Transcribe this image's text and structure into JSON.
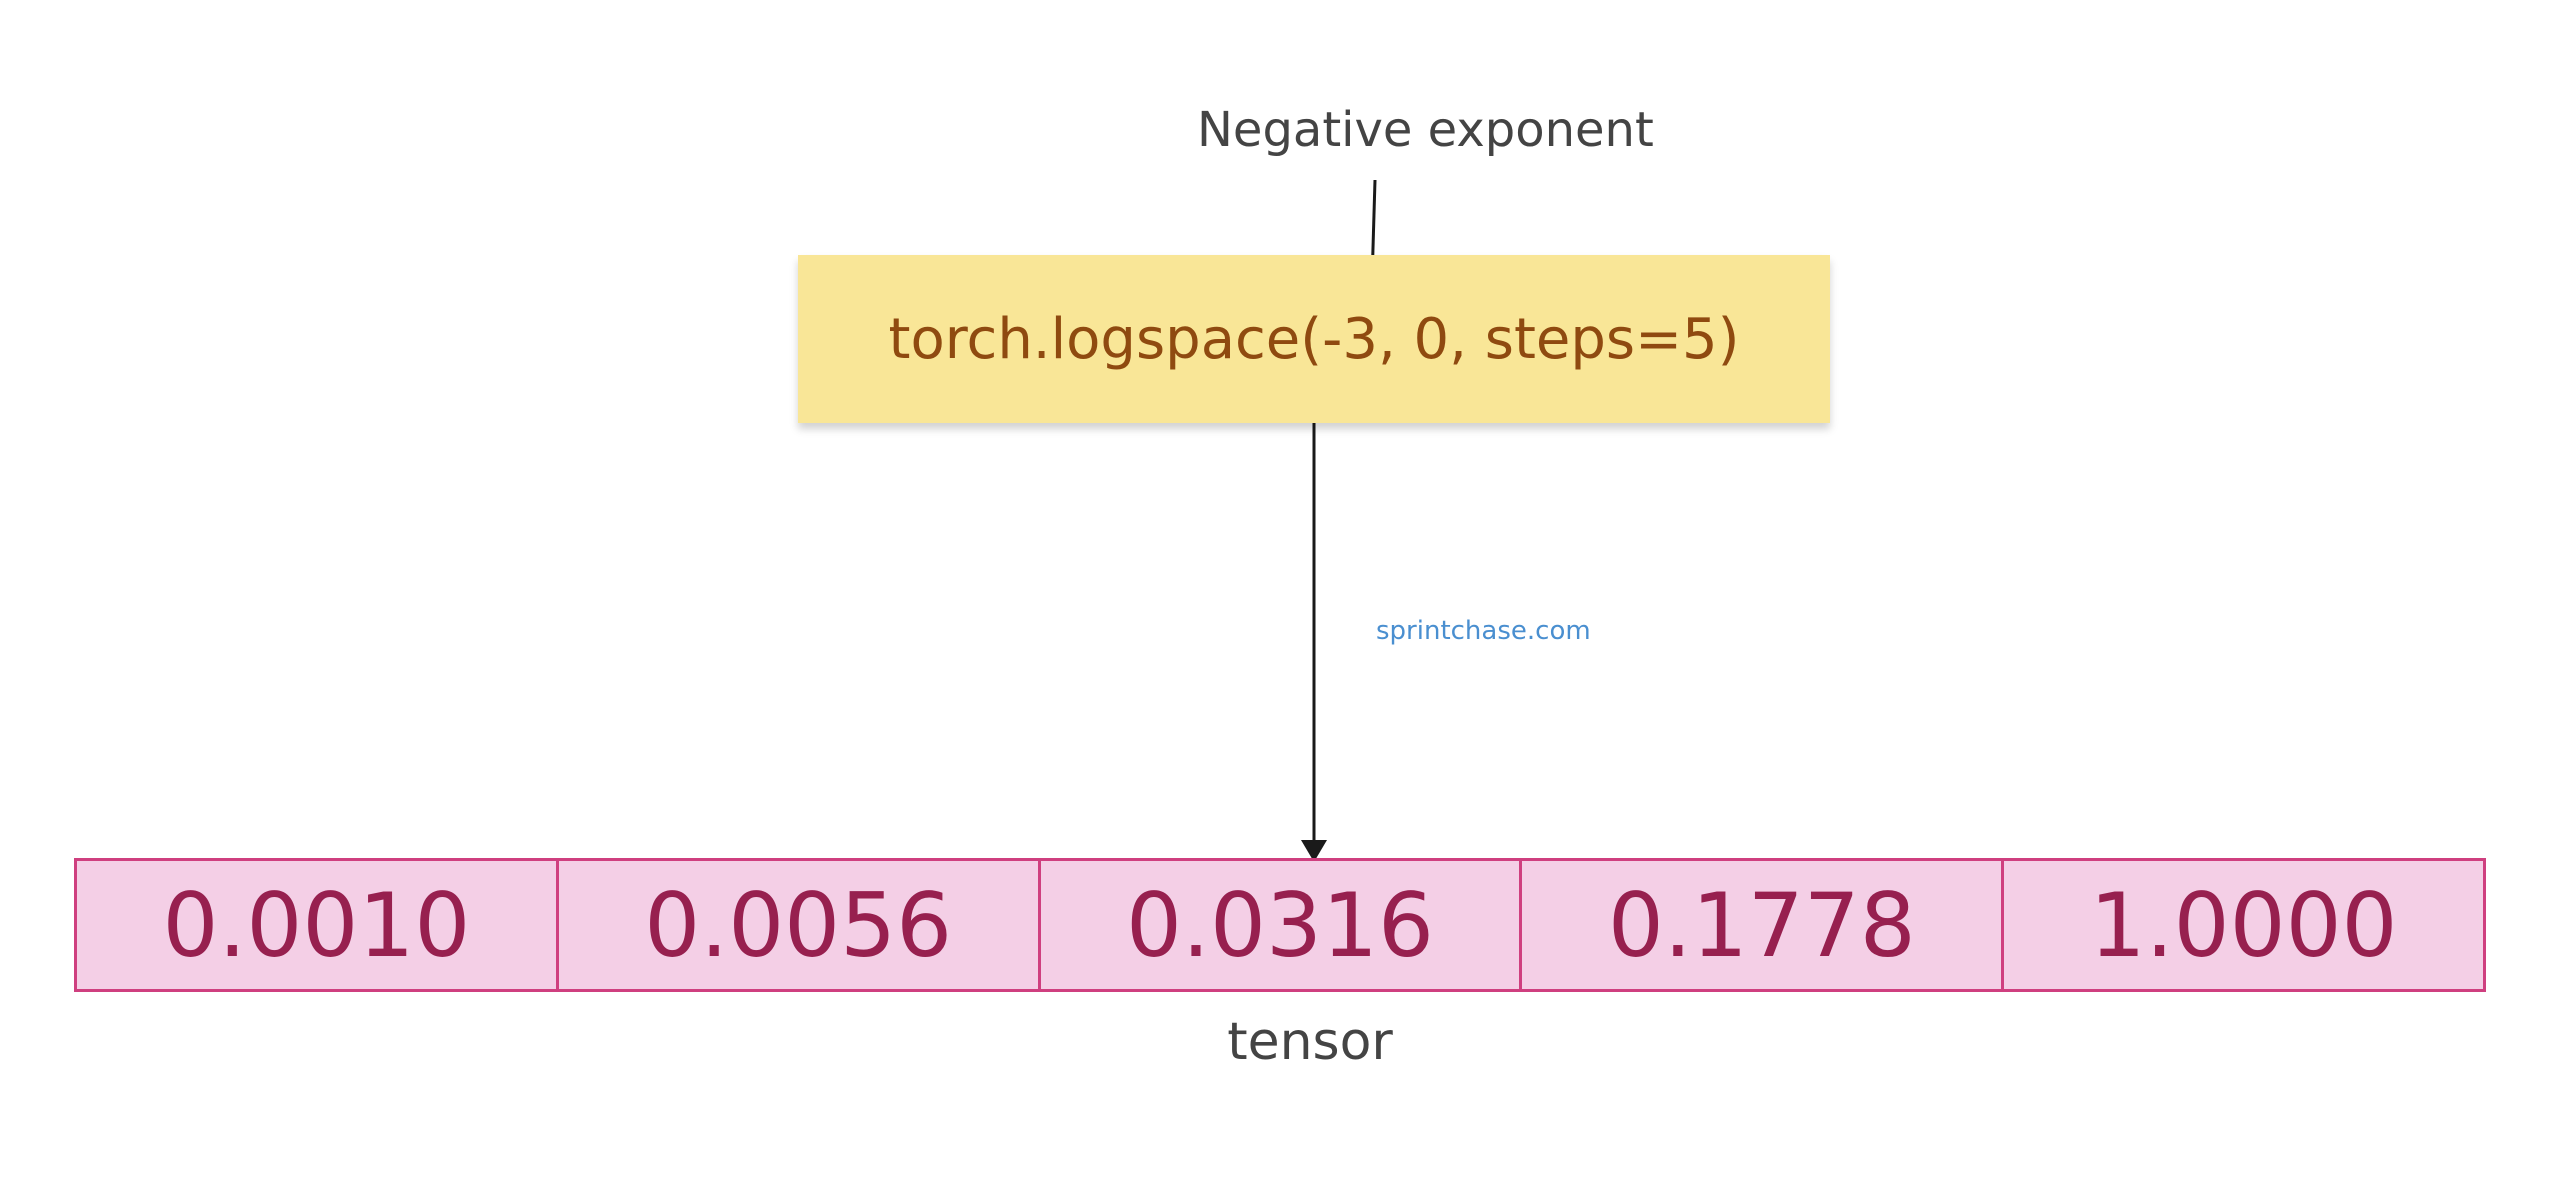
{
  "annotation": "Negative exponent",
  "code": "torch.logspace(-3, 0, steps=5)",
  "watermark": "sprintchase.com",
  "tensor": {
    "values": [
      "0.0010",
      "0.0056",
      "0.0316",
      "0.1778",
      "1.0000"
    ],
    "label": "tensor"
  },
  "colors": {
    "code_box": "#f9e697",
    "code_text": "#8f4a10",
    "tensor_fill": "#f4cfe6",
    "tensor_border": "#cf3f7f",
    "tensor_text": "#97204f",
    "watermark": "#4a8fd0"
  }
}
